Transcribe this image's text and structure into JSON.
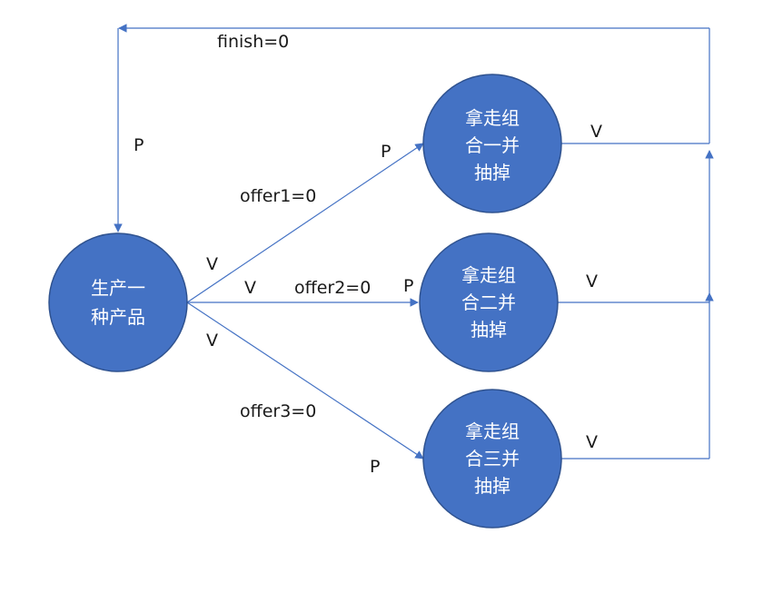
{
  "nodes": {
    "producer": [
      "生产一",
      "种产品"
    ],
    "taker1": [
      "拿走组",
      "合一并",
      "抽掉"
    ],
    "taker2": [
      "拿走组",
      "合二并",
      "抽掉"
    ],
    "taker3": [
      "拿走组",
      "合三并",
      "抽掉"
    ]
  },
  "labels": {
    "finish": "finish=0",
    "feedback_p": "P",
    "offer1": "offer1=0",
    "offer2": "offer2=0",
    "offer3": "offer3=0",
    "v_up": "V",
    "v_mid": "V",
    "v_down": "V",
    "p1": "P",
    "p2": "P",
    "p3": "P",
    "v1": "V",
    "v2": "V",
    "v3": "V"
  },
  "colors": {
    "node_fill": "#4472C4",
    "edge": "#4472C4"
  }
}
